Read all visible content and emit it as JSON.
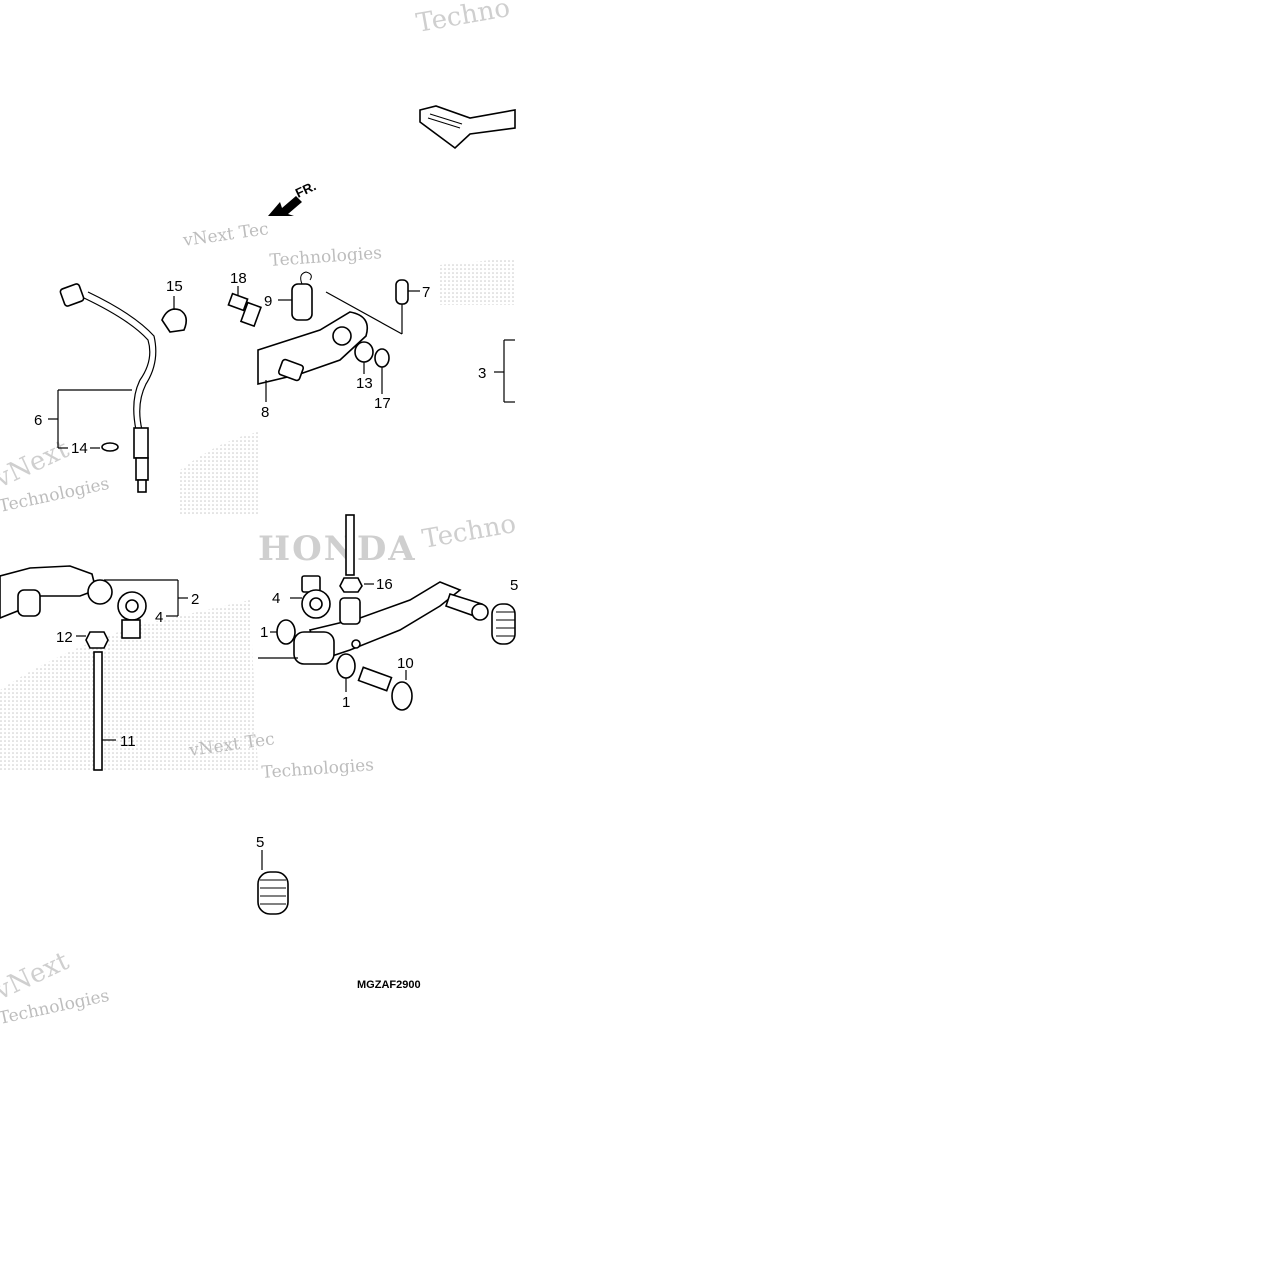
{
  "diagram": {
    "code": "MGZAF2900",
    "direction_label": "FR.",
    "watermarks": {
      "vnext": "vNext",
      "vnext_tech": "vNext Tec",
      "technologies": "Technologies",
      "techno": "Techno",
      "tech_top": "Techno",
      "honda": "HONDA"
    },
    "callouts": {
      "c1a": "1",
      "c1b": "1",
      "c2": "2",
      "c3": "3",
      "c4a": "4",
      "c4b": "4",
      "c5a": "5",
      "c5b": "5",
      "c6": "6",
      "c7": "7",
      "c8": "8",
      "c9": "9",
      "c10": "10",
      "c11": "11",
      "c12": "12",
      "c13": "13",
      "c14": "14",
      "c15": "15",
      "c16": "16",
      "c17": "17",
      "c18": "18"
    }
  }
}
